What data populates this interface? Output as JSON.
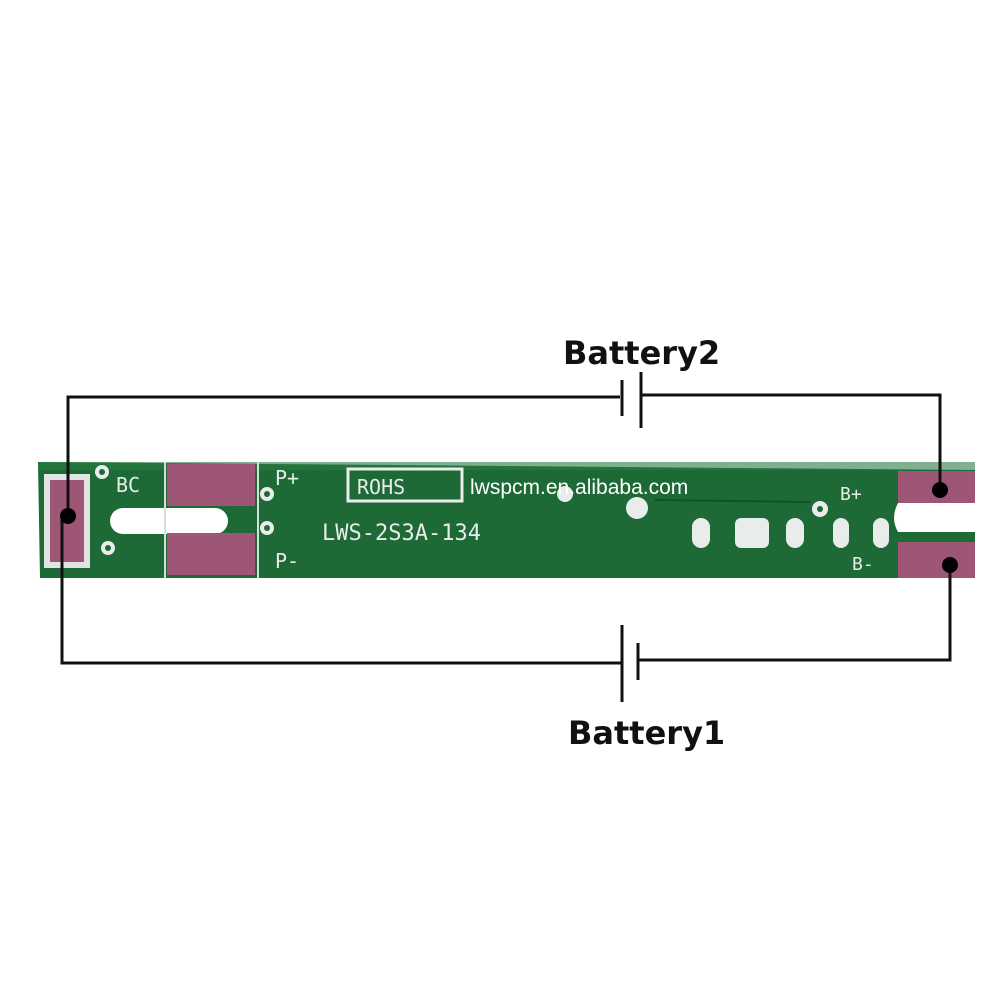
{
  "diagram": {
    "labels": {
      "battery_top": "Battery2",
      "battery_bottom": "Battery1"
    },
    "board": {
      "model": "LWS-2S3A-134",
      "rohs": "ROHS",
      "pads": {
        "bc": "BC",
        "p_plus": "P+",
        "p_minus": "P-",
        "b_plus": "B+",
        "b_minus": "B-"
      },
      "watermark": "lwspcm.en.alibaba.com"
    },
    "colors": {
      "board": "#1d6a36",
      "pad": "#9e5676",
      "wire": "#111111",
      "silkscreen": "#e8ecea"
    }
  }
}
